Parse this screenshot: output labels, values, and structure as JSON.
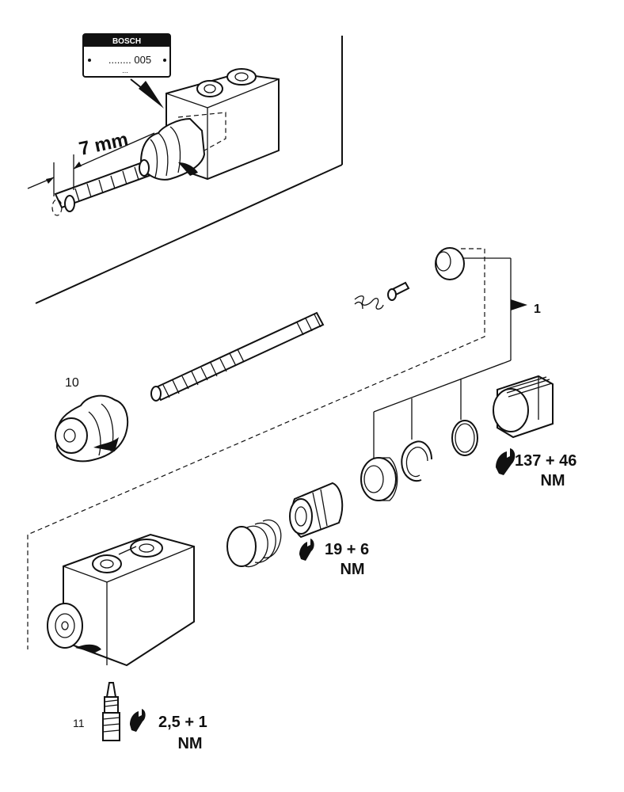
{
  "plate": {
    "brand": "BOSCH",
    "code": "........ 005",
    "sub": "..."
  },
  "dimension": {
    "text": "7 mm"
  },
  "callouts": {
    "kit": "1",
    "boot": "10",
    "bleeder": "11"
  },
  "torques": {
    "plug": {
      "value": "137 + 46",
      "unit": "NM"
    },
    "sleeve": {
      "value": "19 + 6",
      "unit": "NM"
    },
    "bleeder": {
      "value": "2,5 + 1",
      "unit": "NM"
    }
  },
  "icons": {
    "torque": "wrench-icon",
    "pointer": "arrow-icon"
  },
  "colors": {
    "ink": "#111111",
    "paper": "#ffffff"
  }
}
